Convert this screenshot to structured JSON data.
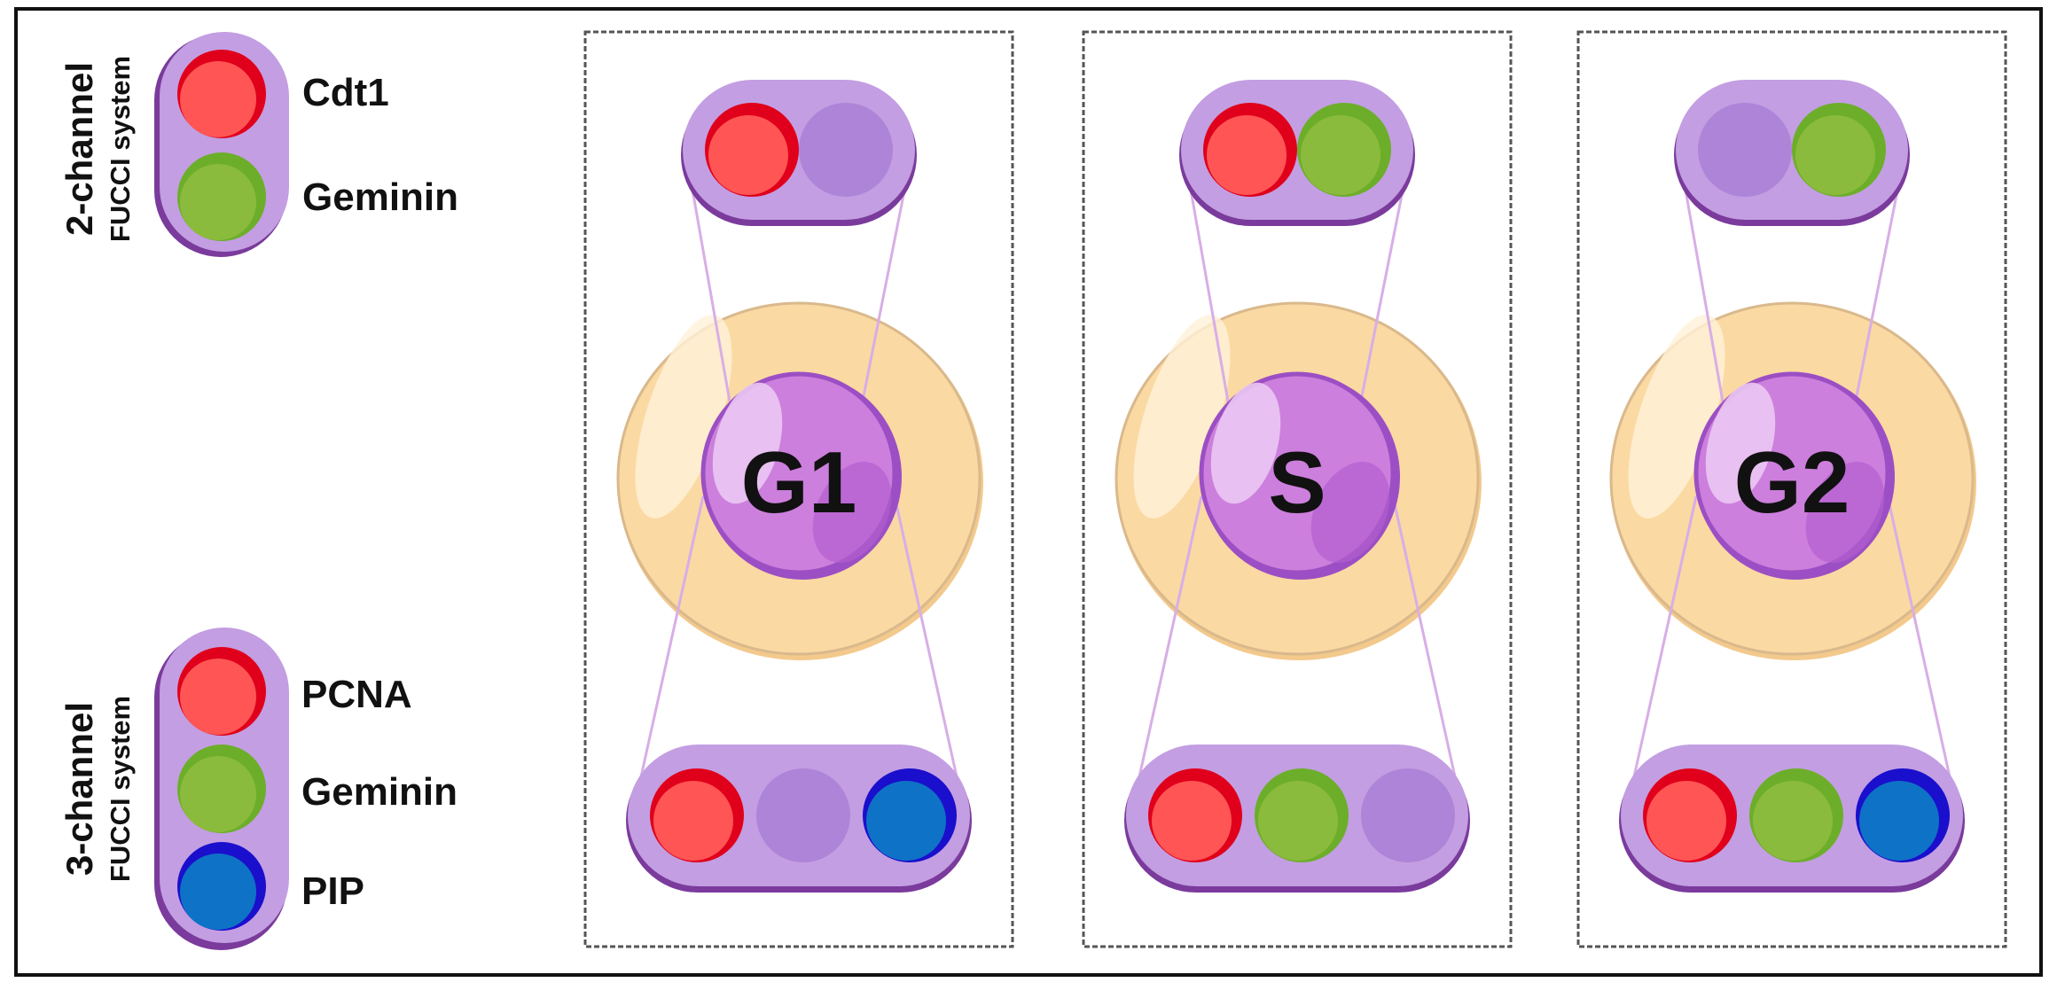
{
  "colors": {
    "red_outer": "#e0001b",
    "red_inner": "#ff5555",
    "green_outer": "#6cae2a",
    "green_inner": "#8bbb3c",
    "blue_outer": "#1a0fcc",
    "blue_inner": "#0e73c6",
    "capsule_fill": "#c39ee2",
    "capsule_shadow": "#7a3b9c",
    "off_slot": "#ae84d8",
    "cell_body": "#fbd9a3",
    "cell_outline": "#d9b98c",
    "nucleus_fill": "#cc7fdc",
    "nucleus_outline": "#9c4fc4",
    "zoom_line": "#d8aee6",
    "panel_border": "#555555"
  },
  "legend_2ch": {
    "title": "2-channel",
    "subtitle": "FUCCI system",
    "labels": [
      "Cdt1",
      "Geminin"
    ],
    "icons": [
      "red-fluorescence-icon",
      "green-fluorescence-icon"
    ]
  },
  "legend_3ch": {
    "title": "3-channel",
    "subtitle": "FUCCI system",
    "labels": [
      "PCNA",
      "Geminin",
      "PIP"
    ],
    "icons": [
      "red-fluorescence-icon",
      "green-fluorescence-icon",
      "blue-fluorescence-icon"
    ]
  },
  "phases": [
    {
      "label": "G1",
      "two_channel": [
        "red",
        "off"
      ],
      "three_channel": [
        "red",
        "off",
        "blue"
      ]
    },
    {
      "label": "S",
      "two_channel": [
        "red",
        "green"
      ],
      "three_channel": [
        "red",
        "green",
        "off"
      ]
    },
    {
      "label": "G2",
      "two_channel": [
        "off",
        "green"
      ],
      "three_channel": [
        "red",
        "green",
        "blue"
      ]
    }
  ]
}
